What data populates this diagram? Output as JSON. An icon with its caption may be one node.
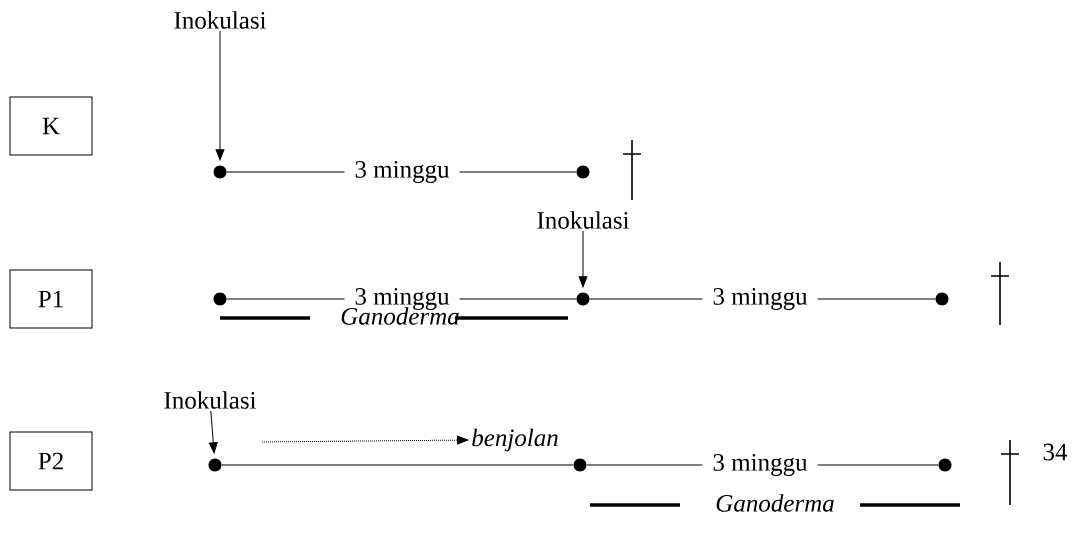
{
  "diagram": {
    "nodes": [
      {
        "text": [
          "K"
        ]
      },
      {
        "text": [
          "P1"
        ]
      },
      {
        "text": [
          "P2"
        ]
      },
      {
        "text": [],
        "shape": "circle"
      },
      {
        "text": [],
        "shape": "circle"
      },
      {
        "text": [],
        "shape": "circle"
      },
      {
        "text": [],
        "shape": "circle"
      },
      {
        "text": [],
        "shape": "circle"
      },
      {
        "text": [],
        "shape": "circle"
      },
      {
        "text": [],
        "shape": "circle"
      },
      {
        "text": [],
        "shape": "circle"
      },
      {
        "text": [
          "Inokulasi"
        ]
      },
      {
        "text": [
          "Inokulasi"
        ]
      },
      {
        "text": [
          "Inokulasi"
        ]
      },
      {
        "text": [
          "benjolan"
        ]
      }
    ],
    "edges": [
      {
        "from": 3,
        "to": 4,
        "arrow": "none",
        "label": "3 minggu"
      },
      {
        "from": 5,
        "to": 6,
        "arrow": "none",
        "label": "3 minggu"
      },
      {
        "from": 6,
        "to": 7,
        "arrow": "none",
        "label": "3 minggu"
      },
      {
        "from": 8,
        "to": 9,
        "arrow": "none"
      },
      {
        "from": 9,
        "to": 10,
        "arrow": "none",
        "label": "3 minggu"
      },
      {
        "from": 11,
        "to": 3,
        "arrow": "to"
      },
      {
        "from": 12,
        "to": 6,
        "arrow": "to"
      },
      {
        "from": 13,
        "to": 8,
        "arrow": "to"
      },
      {
        "from": null,
        "to": 14,
        "arrow": "to",
        "style": "dashed"
      }
    ],
    "labels": [
      "Ganoderma",
      "Ganoderma",
      "34"
    ]
  }
}
